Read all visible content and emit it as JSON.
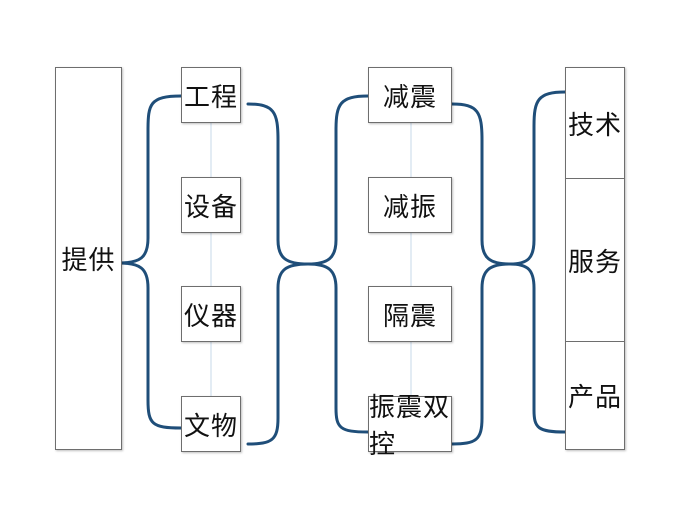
{
  "colors": {
    "connector": "#1f4e79",
    "box_border": "#6e6e6e",
    "guide_line": "#c7d8ea"
  },
  "provider": {
    "label": "提供"
  },
  "domains": [
    {
      "label": "工程"
    },
    {
      "label": "设备"
    },
    {
      "label": "仪器"
    },
    {
      "label": "文物"
    }
  ],
  "techniques": [
    {
      "label": "减震"
    },
    {
      "label": "减振"
    },
    {
      "label": "隔震"
    },
    {
      "label": "振震双控"
    }
  ],
  "offerings": [
    {
      "label": "技术"
    },
    {
      "label": "服务"
    },
    {
      "label": "产品"
    }
  ]
}
